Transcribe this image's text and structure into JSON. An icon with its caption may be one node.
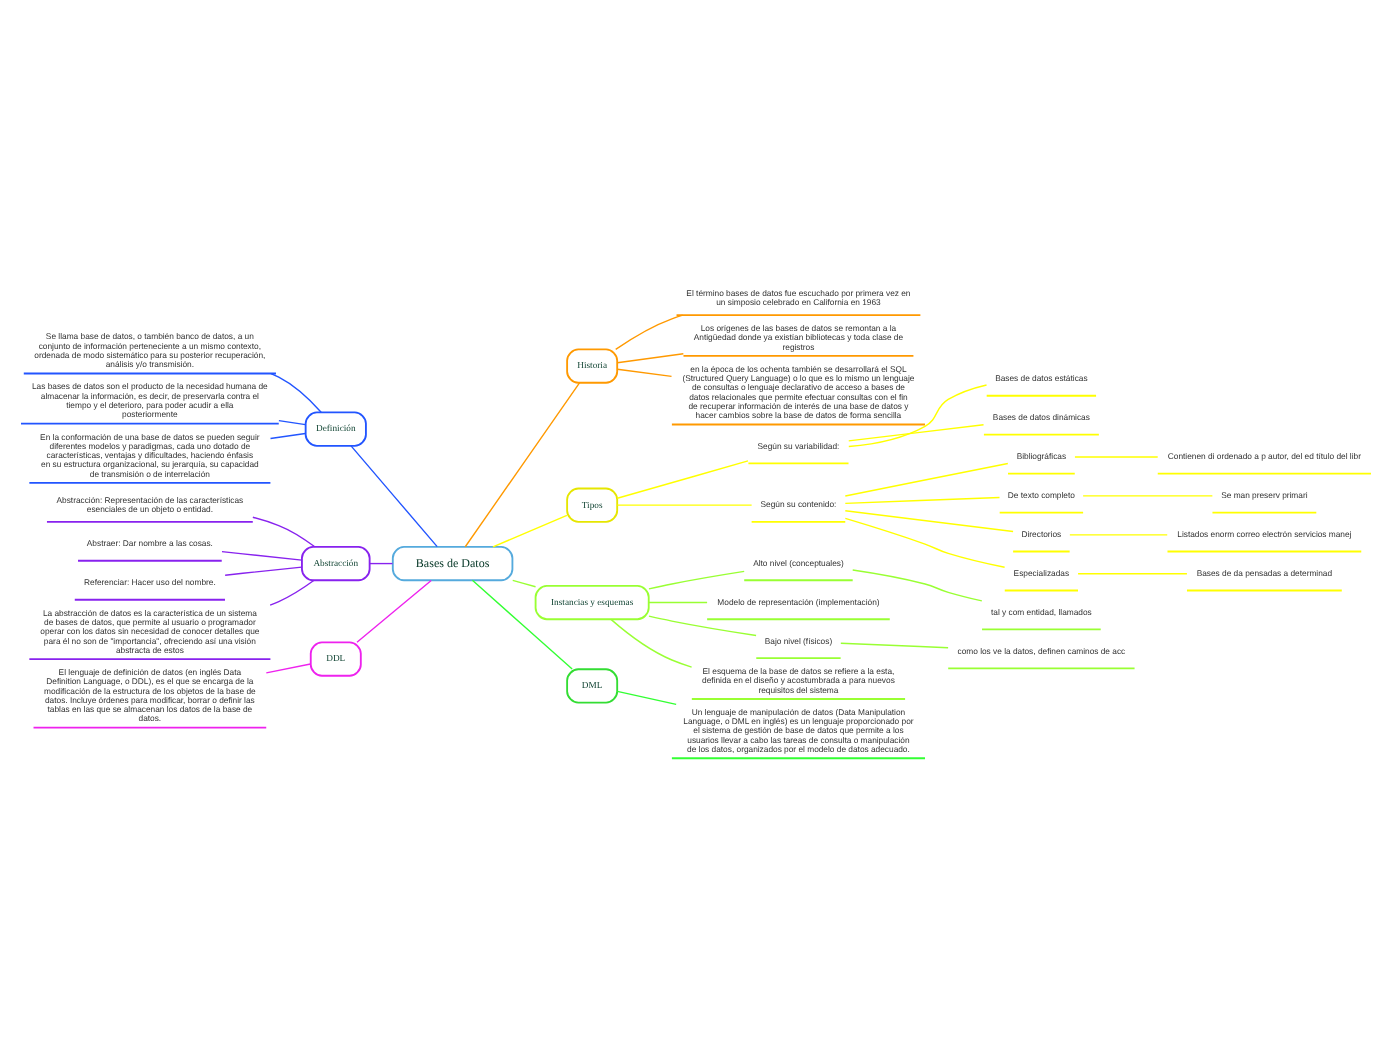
{
  "diagram": {
    "nodes": [
      {
        "text": [
          "Bases de Datos"
        ]
      },
      {
        "text": [
          "Historia"
        ]
      },
      {
        "text": [
          "El término bases de datos fue escuchado por primera vez en un simposio celebrado en California en 1963"
        ]
      },
      {
        "text": [
          "Los orígenes de las bases de datos se remontan a la Antigüedad donde ya existían bibliotecas y toda clase de registros"
        ]
      },
      {
        "text": [
          "en la época de los ochenta también se desarrollará el SQL (Structured Query Language) o lo que es lo mismo un lenguaje de consultas o lenguaje declarativo de acceso a bases de datos relacionales que permite efectuar consultas con el fin de recuperar información de interés de una base de datos y hacer cambios sobre la base de datos de forma sencilla"
        ]
      },
      {
        "text": [
          "Tipos"
        ]
      },
      {
        "text": [
          "Según su variabilidad:"
        ]
      },
      {
        "text": [
          "Bases de datos estáticas"
        ]
      },
      {
        "text": [
          "Bases de datos dinámicas"
        ]
      },
      {
        "text": [
          "Según su contenido:"
        ]
      },
      {
        "text": [
          "Bibliográficas"
        ]
      },
      {
        "text": [
          "Contienen di ordenado a p autor, del ed título del libr"
        ]
      },
      {
        "text": [
          "De texto completo"
        ]
      },
      {
        "text": [
          "Se man preserv primari"
        ]
      },
      {
        "text": [
          "Directorios"
        ]
      },
      {
        "text": [
          "Listados enorm correo electrón servicios manej"
        ]
      },
      {
        "text": [
          "Especializadas"
        ]
      },
      {
        "text": [
          "Bases de da pensadas a determinad"
        ]
      },
      {
        "text": [
          "Instancias y esquemas"
        ]
      },
      {
        "text": [
          "Alto nivel (conceptuales)"
        ]
      },
      {
        "text": [
          "tal y com entidad, llamados"
        ]
      },
      {
        "text": [
          "Modelo de representación (implementación)"
        ]
      },
      {
        "text": [
          "Bajo nivel (físicos)"
        ]
      },
      {
        "text": [
          "como los ve la datos, definen caminos de acc"
        ]
      },
      {
        "text": [
          "El esquema de la base de datos se refiere a la esta, definida en el diseño y acostumbrada a para nuevos requisitos del sistema"
        ]
      },
      {
        "text": [
          "DML"
        ]
      },
      {
        "text": [
          "Un lenguaje de manipulación de datos (Data Manipulation Language, o DML en inglés) es un lenguaje proporcionado por el sistema de gestión de base de datos que permite a los usuarios llevar a cabo las tareas de consulta o manipulación de los datos, organizados por el modelo de datos adecuado."
        ]
      },
      {
        "text": [
          "Definición"
        ]
      },
      {
        "text": [
          "Se llama base de datos, o también banco de datos, a un conjunto de información perteneciente a un mismo contexto, ordenada de modo sistemático para su posterior recuperación, análisis y/o transmisión."
        ]
      },
      {
        "text": [
          "Las bases de datos son el producto de la necesidad humana de almacenar la información, es decir, de preservarla contra el tiempo y el deterioro, para poder acudir a ella posteriormente"
        ]
      },
      {
        "text": [
          "En la conformación de una base de datos se pueden seguir diferentes modelos y paradigmas, cada uno dotado de características, ventajas y dificultades, haciendo énfasis en su estructura organizacional, su jerarquía, su capacidad de transmisión o de interrelación"
        ]
      },
      {
        "text": [
          "Abstracción"
        ]
      },
      {
        "text": [
          "Abstracción: Representación de las características esenciales de un objeto o entidad."
        ]
      },
      {
        "text": [
          "Abstraer: Dar nombre a las cosas."
        ]
      },
      {
        "text": [
          "Referenciar: Hacer uso del nombre."
        ]
      },
      {
        "text": [
          "La abstracción de datos es la característica de un sistema de bases de datos, que permite al usuario o programador operar con los datos sin necesidad de conocer detalles que para él no son de \"importancia\", ofreciendo así una visión abstracta de estos"
        ]
      },
      {
        "text": [
          "DDL"
        ]
      },
      {
        "text": [
          "El lenguaje de definición de datos (en inglés Data Definition Language, o DDL), es el que se encarga de la modificación de la estructura de los objetos de la base de datos. Incluye órdenes para modificar, borrar o definir las tablas en las que se almacenan los datos de la base de datos."
        ]
      }
    ],
    "edges": [
      {
        "from": 0,
        "to": 1,
        "arrow": "none",
        "color": "#ff9900"
      },
      {
        "from": 1,
        "to": 2,
        "arrow": "none",
        "color": "#ff9900"
      },
      {
        "from": 1,
        "to": 3,
        "arrow": "none",
        "color": "#ff9900"
      },
      {
        "from": 1,
        "to": 4,
        "arrow": "none",
        "color": "#ff9900"
      },
      {
        "from": 0,
        "to": 5,
        "arrow": "none",
        "color": "#ffff00"
      },
      {
        "from": 5,
        "to": 6,
        "arrow": "none",
        "color": "#ffff00"
      },
      {
        "from": 6,
        "to": 7,
        "arrow": "none",
        "color": "#ffff00"
      },
      {
        "from": 6,
        "to": 8,
        "arrow": "none",
        "color": "#ffff00"
      },
      {
        "from": 5,
        "to": 9,
        "arrow": "none",
        "color": "#ffff00"
      },
      {
        "from": 9,
        "to": 10,
        "arrow": "none",
        "color": "#ffff00"
      },
      {
        "from": 10,
        "to": 11,
        "arrow": "none",
        "color": "#ffff00"
      },
      {
        "from": 9,
        "to": 12,
        "arrow": "none",
        "color": "#ffff00"
      },
      {
        "from": 12,
        "to": 13,
        "arrow": "none",
        "color": "#ffff00"
      },
      {
        "from": 9,
        "to": 14,
        "arrow": "none",
        "color": "#ffff00"
      },
      {
        "from": 14,
        "to": 15,
        "arrow": "none",
        "color": "#ffff00"
      },
      {
        "from": 9,
        "to": 16,
        "arrow": "none",
        "color": "#ffff00"
      },
      {
        "from": 16,
        "to": 17,
        "arrow": "none",
        "color": "#ffff00"
      },
      {
        "from": 0,
        "to": 18,
        "arrow": "none",
        "color": "#99ff33"
      },
      {
        "from": 18,
        "to": 19,
        "arrow": "none",
        "color": "#99ff33"
      },
      {
        "from": 19,
        "to": 20,
        "arrow": "none",
        "color": "#99ff33"
      },
      {
        "from": 18,
        "to": 21,
        "arrow": "none",
        "color": "#99ff33"
      },
      {
        "from": 18,
        "to": 22,
        "arrow": "none",
        "color": "#99ff33"
      },
      {
        "from": 22,
        "to": 23,
        "arrow": "none",
        "color": "#99ff33"
      },
      {
        "from": 18,
        "to": 24,
        "arrow": "none",
        "color": "#99ff33"
      },
      {
        "from": 0,
        "to": 25,
        "arrow": "none",
        "color": "#33ff33"
      },
      {
        "from": 25,
        "to": 26,
        "arrow": "none",
        "color": "#33ff33"
      },
      {
        "from": 27,
        "to": 0,
        "arrow": "none",
        "color": "#2255ff"
      },
      {
        "from": 28,
        "to": 27,
        "arrow": "none",
        "color": "#2255ff"
      },
      {
        "from": 29,
        "to": 27,
        "arrow": "none",
        "color": "#2255ff"
      },
      {
        "from": 30,
        "to": 27,
        "arrow": "none",
        "color": "#2255ff"
      },
      {
        "from": 31,
        "to": 0,
        "arrow": "none",
        "color": "#8822ee"
      },
      {
        "from": 32,
        "to": 31,
        "arrow": "none",
        "color": "#8822ee"
      },
      {
        "from": 33,
        "to": 31,
        "arrow": "none",
        "color": "#8822ee"
      },
      {
        "from": 34,
        "to": 31,
        "arrow": "none",
        "color": "#8822ee"
      },
      {
        "from": 35,
        "to": 31,
        "arrow": "none",
        "color": "#8822ee"
      },
      {
        "from": 36,
        "to": 0,
        "arrow": "none",
        "color": "#ee22ee"
      },
      {
        "from": 37,
        "to": 36,
        "arrow": "none",
        "color": "#ee22ee"
      }
    ]
  }
}
